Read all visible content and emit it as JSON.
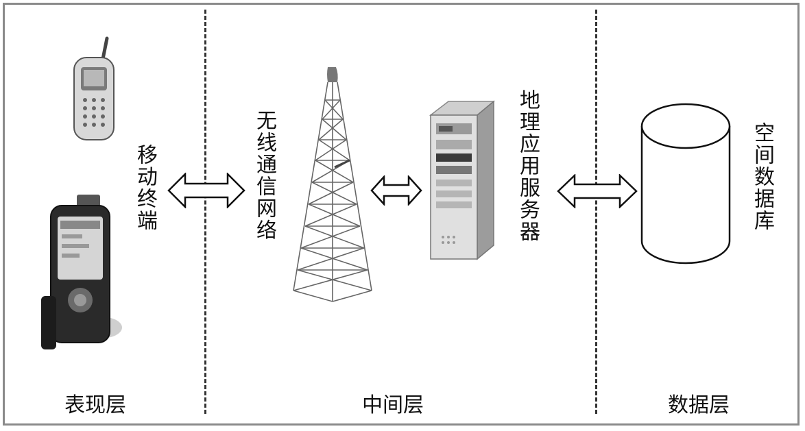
{
  "layers": {
    "presentation": "表现层",
    "middle": "中间层",
    "data": "数据层"
  },
  "labels": {
    "mobile_terminal": "移动终端",
    "wireless_network": "无线通信网络",
    "gis_app_server": "地理应用服务器",
    "spatial_database": "空间数据库"
  },
  "icons": {
    "phone": "mobile-phone-icon",
    "pda": "pda-device-icon",
    "tower": "cell-tower-icon",
    "server": "server-icon",
    "database": "database-cylinder-icon",
    "arrow": "double-arrow-icon"
  },
  "colors": {
    "frame": "#8a8a8a",
    "divider": "#333333",
    "arrow_fill": "#ffffff",
    "stroke": "#111111"
  }
}
